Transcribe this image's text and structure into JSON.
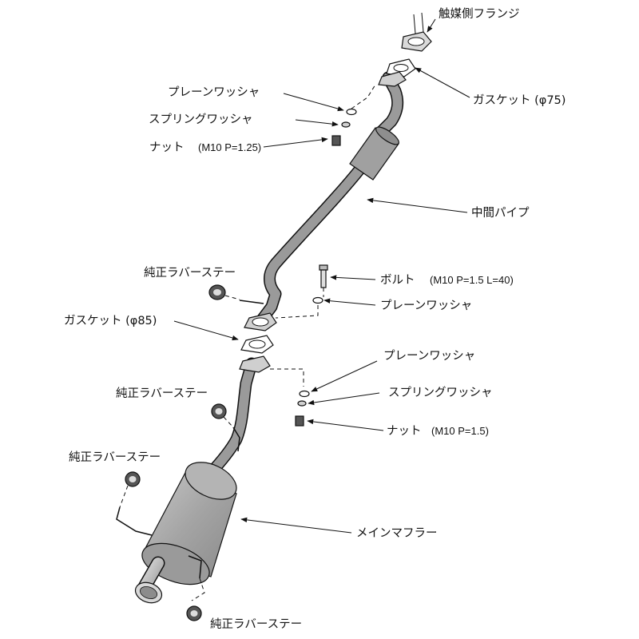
{
  "labels": {
    "cat_flange": "触媒側フランジ",
    "gasket_75": "ガスケット (φ75)",
    "plain_washer_top": "プレーンワッシャ",
    "spring_washer_top": "スプリングワッシャ",
    "nut_top": "ナット",
    "nut_top_spec": "(M10 P=1.25)",
    "mid_pipe": "中間パイプ",
    "rubber_stay_1": "純正ラバーステー",
    "bolt": "ボルト",
    "bolt_spec": "(M10 P=1.5 L=40)",
    "plain_washer_mid": "プレーンワッシャ",
    "gasket_85": "ガスケット (φ85)",
    "plain_washer_low": "プレーンワッシャ",
    "rubber_stay_2": "純正ラバーステー",
    "spring_washer_low": "スプリングワッシャ",
    "nut_low": "ナット",
    "nut_low_spec": "(M10 P=1.5)",
    "rubber_stay_3": "純正ラバーステー",
    "main_muffler": "メインマフラー",
    "rubber_stay_4": "純正ラバーステー"
  }
}
